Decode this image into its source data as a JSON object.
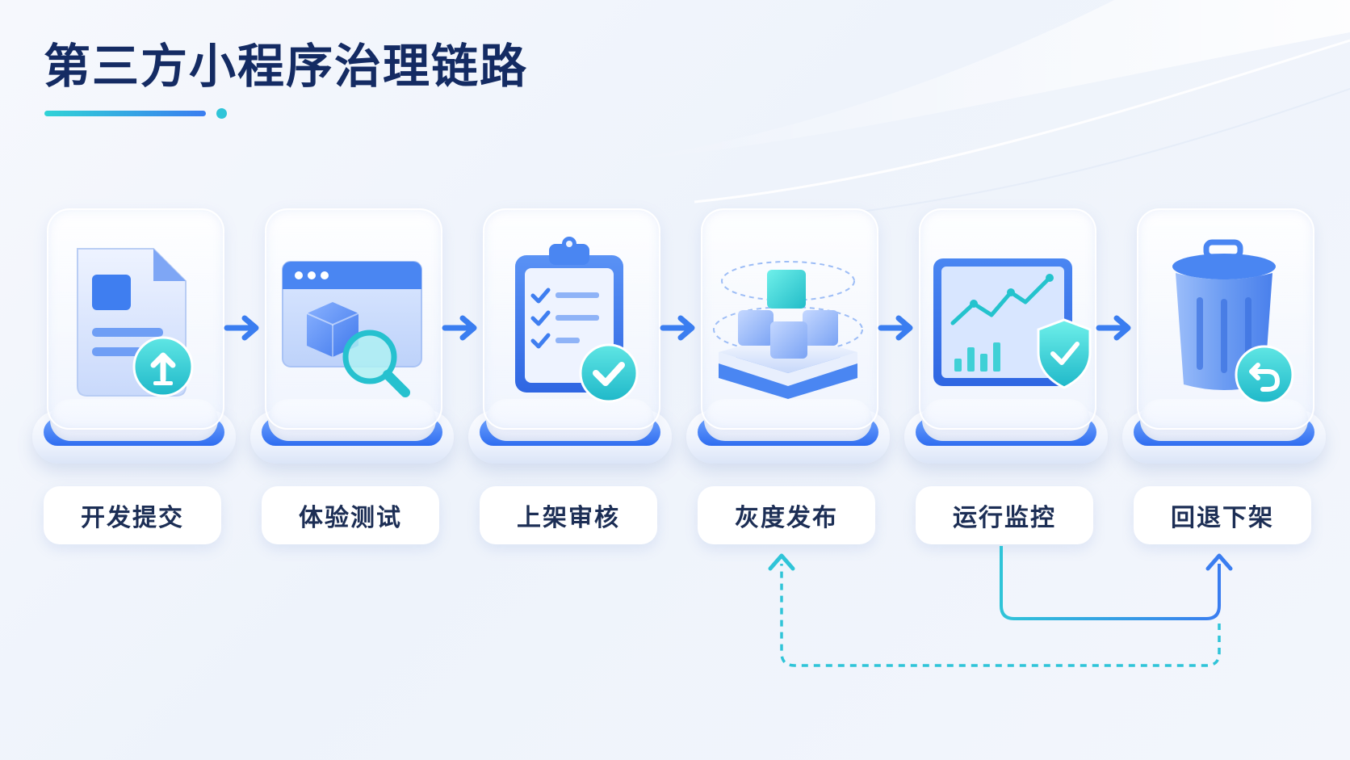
{
  "title": "第三方小程序治理链路",
  "colors": {
    "accent": "#3a7df0",
    "teal": "#2fd3d6",
    "title": "#142b63"
  },
  "steps": [
    {
      "label": "开发提交",
      "icon": "document-upload-icon"
    },
    {
      "label": "体验测试",
      "icon": "browser-search-icon"
    },
    {
      "label": "上架审核",
      "icon": "clipboard-check-icon"
    },
    {
      "label": "灰度发布",
      "icon": "cubes-release-icon"
    },
    {
      "label": "运行监控",
      "icon": "monitor-shield-icon"
    },
    {
      "label": "回退下架",
      "icon": "trash-undo-icon"
    }
  ]
}
